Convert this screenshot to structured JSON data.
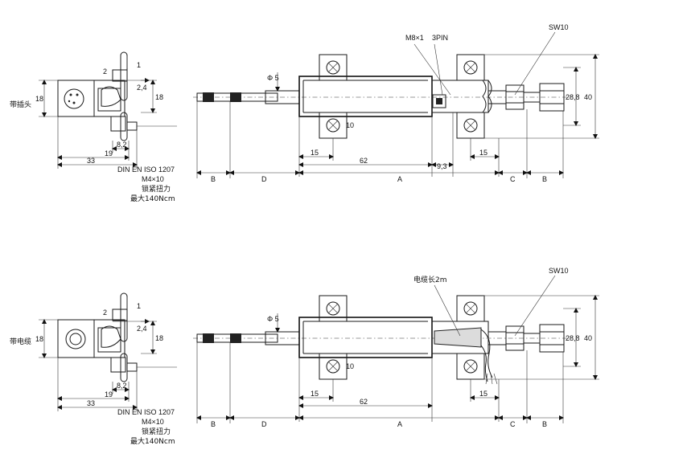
{
  "views": [
    {
      "side": {
        "type_label": "带插头",
        "dims": {
          "top_gap": "1",
          "tab": "2",
          "width_small": "2,4",
          "height_block": "18",
          "height_inner": "18",
          "offset": "8,2",
          "base": "19",
          "total": "33"
        },
        "note": {
          "std": "DIN EN ISO 1207",
          "screw": "M4×10",
          "torque_label": "锁紧扭力",
          "torque_value": "最大140Ncm"
        }
      },
      "front": {
        "top_labels": {
          "connector": "M8×1",
          "pins": "3PIN",
          "wrench": "SW10"
        },
        "dims": {
          "rod_dia": "Φ 5",
          "clamp": "10",
          "left_clamp": "15",
          "body": "62",
          "offset_93": "9,3",
          "right_clamp": "15",
          "h288": "28,8",
          "h40": "40"
        },
        "letters": {
          "b1": "B",
          "d": "D",
          "a": "A",
          "c": "C",
          "b2": "B"
        }
      }
    },
    {
      "side": {
        "type_label": "带电缆",
        "dims": {
          "top_gap": "1",
          "tab": "2",
          "width_small": "2,4",
          "height_block": "18",
          "height_inner": "18",
          "offset": "8,2",
          "base": "19",
          "total": "33"
        },
        "note": {
          "std": "DIN EN ISO 1207",
          "screw": "M4×10",
          "torque_label": "锁紧扭力",
          "torque_value": "最大140Ncm"
        }
      },
      "front": {
        "top_labels": {
          "cable": "电缆长2m",
          "wrench": "SW10"
        },
        "dims": {
          "rod_dia": "Φ 5",
          "clamp": "10",
          "left_clamp": "15",
          "body": "62",
          "right_clamp": "15",
          "h288": "28,8",
          "h40": "40"
        },
        "letters": {
          "b1": "B",
          "d": "D",
          "a": "A",
          "c": "C",
          "b2": "B"
        }
      }
    }
  ]
}
